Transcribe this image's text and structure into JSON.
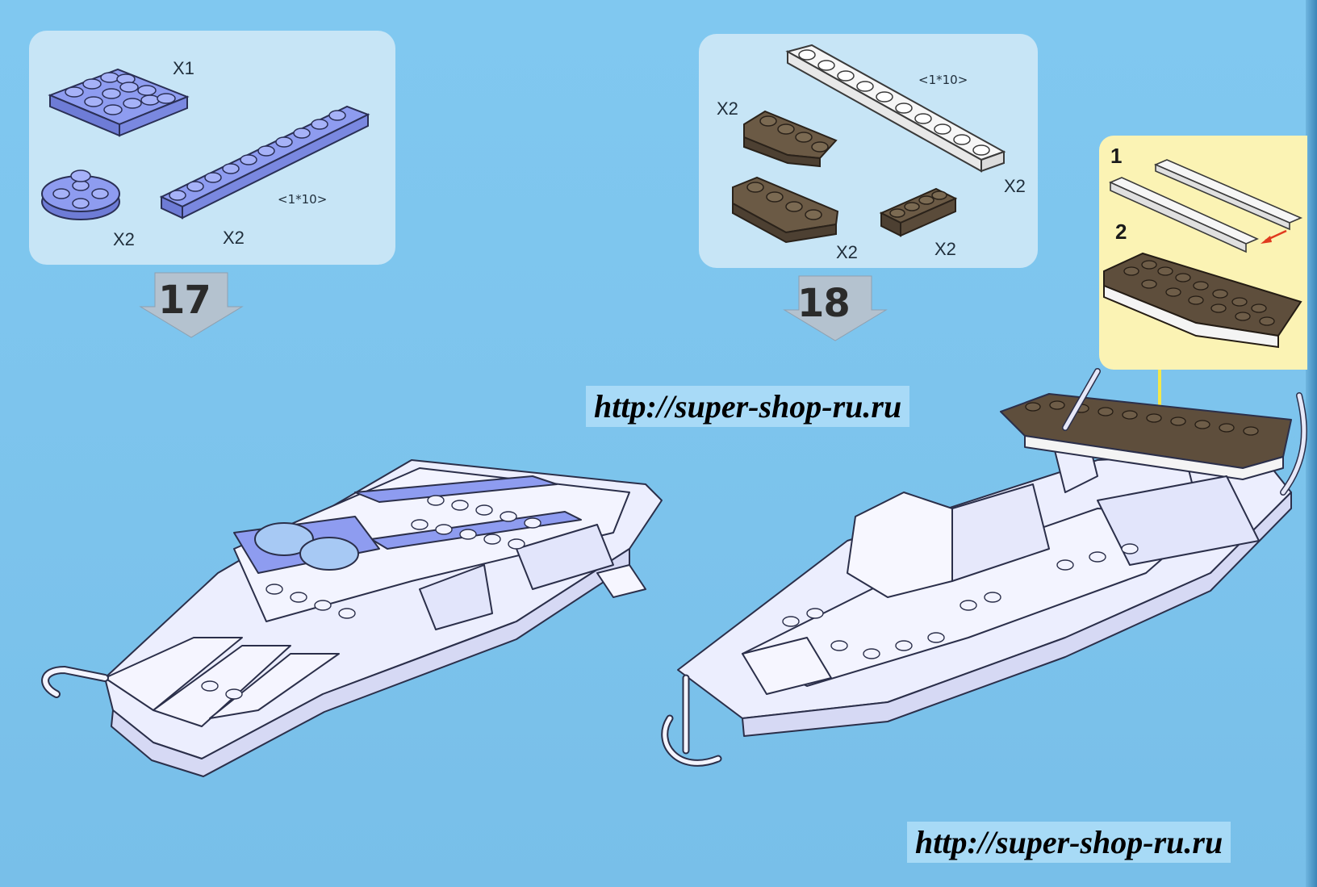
{
  "step17": {
    "number": "17",
    "parts": [
      {
        "name": "plate 2x4",
        "qty": "X1",
        "color": "#8e9cf0"
      },
      {
        "name": "round plate",
        "qty": "X2",
        "color": "#8e9cf0"
      },
      {
        "name": "plate 1x10",
        "qty": "X2",
        "size": "<1*10>",
        "color": "#8e9cf0"
      }
    ]
  },
  "step18": {
    "number": "18",
    "parts": [
      {
        "name": "white plate 1x10",
        "qty": "X2",
        "size": "<1*10>",
        "color": "#f6f6f6"
      },
      {
        "name": "brown wedge plate",
        "qty": "X2",
        "color": "#6b5a45"
      },
      {
        "name": "brown wedge plate left",
        "qty": "X2",
        "color": "#6b5a45"
      },
      {
        "name": "brown plate 1x4",
        "qty": "X2",
        "color": "#6b5a45"
      }
    ],
    "substeps": [
      "1",
      "2"
    ]
  },
  "watermarks": [
    "http://super-shop-ru.ru",
    "http://super-shop-ru.ru"
  ],
  "colors": {
    "background": "#7fc6ee",
    "panel": "#c7e5f6",
    "subpanel": "#fbf3b4",
    "blue_part": "#8e9cf0",
    "brown_part": "#6b5a45",
    "white_part": "#f6f6f6",
    "model": "#eceefe",
    "red_arrow": "#e03a1e",
    "yellow_arrow": "#f4e84a"
  }
}
